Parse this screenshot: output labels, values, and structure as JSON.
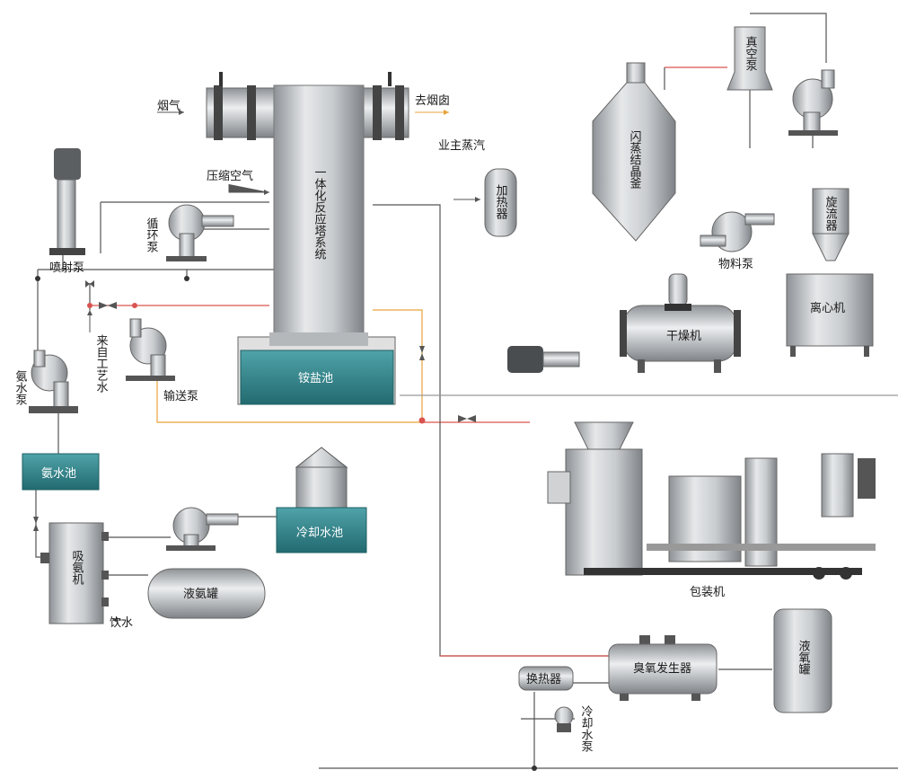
{
  "labels": {
    "flue_gas_in": "烟气",
    "flue_gas_out": "去烟囱",
    "industrial_steam": "业主蒸汽",
    "compressed_air": "压缩空气",
    "tower": "一体化反应塔系统",
    "circulation_pump": "循环泵",
    "jet_pump": "喷射泵",
    "from_process_water": "来自工艺水",
    "ammonia_pump": "氨水泵",
    "transfer_pump": "输送泵",
    "ammonium_pool": "铵盐池",
    "ammonia_pool": "氨水池",
    "heater": "加热器",
    "flash_crystallizer": "闪蒸结晶釜",
    "vacuum_pump": "真空泵",
    "material_pump": "物料泵",
    "cyclone": "旋流器",
    "centrifuge": "离心机",
    "dryer": "干燥机",
    "packaging_machine": "包装机",
    "cooling_pool": "冷却水池",
    "ammonia_absorber": "吸氨机",
    "liquid_ammonia_tank": "液氨罐",
    "drinking_water": "饮水",
    "ozone_generator": "臭氧发生器",
    "heat_exchanger": "换热器",
    "cooling_water_pump": "冷却水泵",
    "liquid_oxygen_tank": "液氧罐"
  },
  "colors": {
    "pool_fill": "#2e7f86",
    "vessel_gray": "#b9bcbf",
    "pipe_gray": "#555555",
    "pipe_red": "#d9534f",
    "pipe_orange": "#e8a33b",
    "line_pink": "#e89aa4"
  }
}
